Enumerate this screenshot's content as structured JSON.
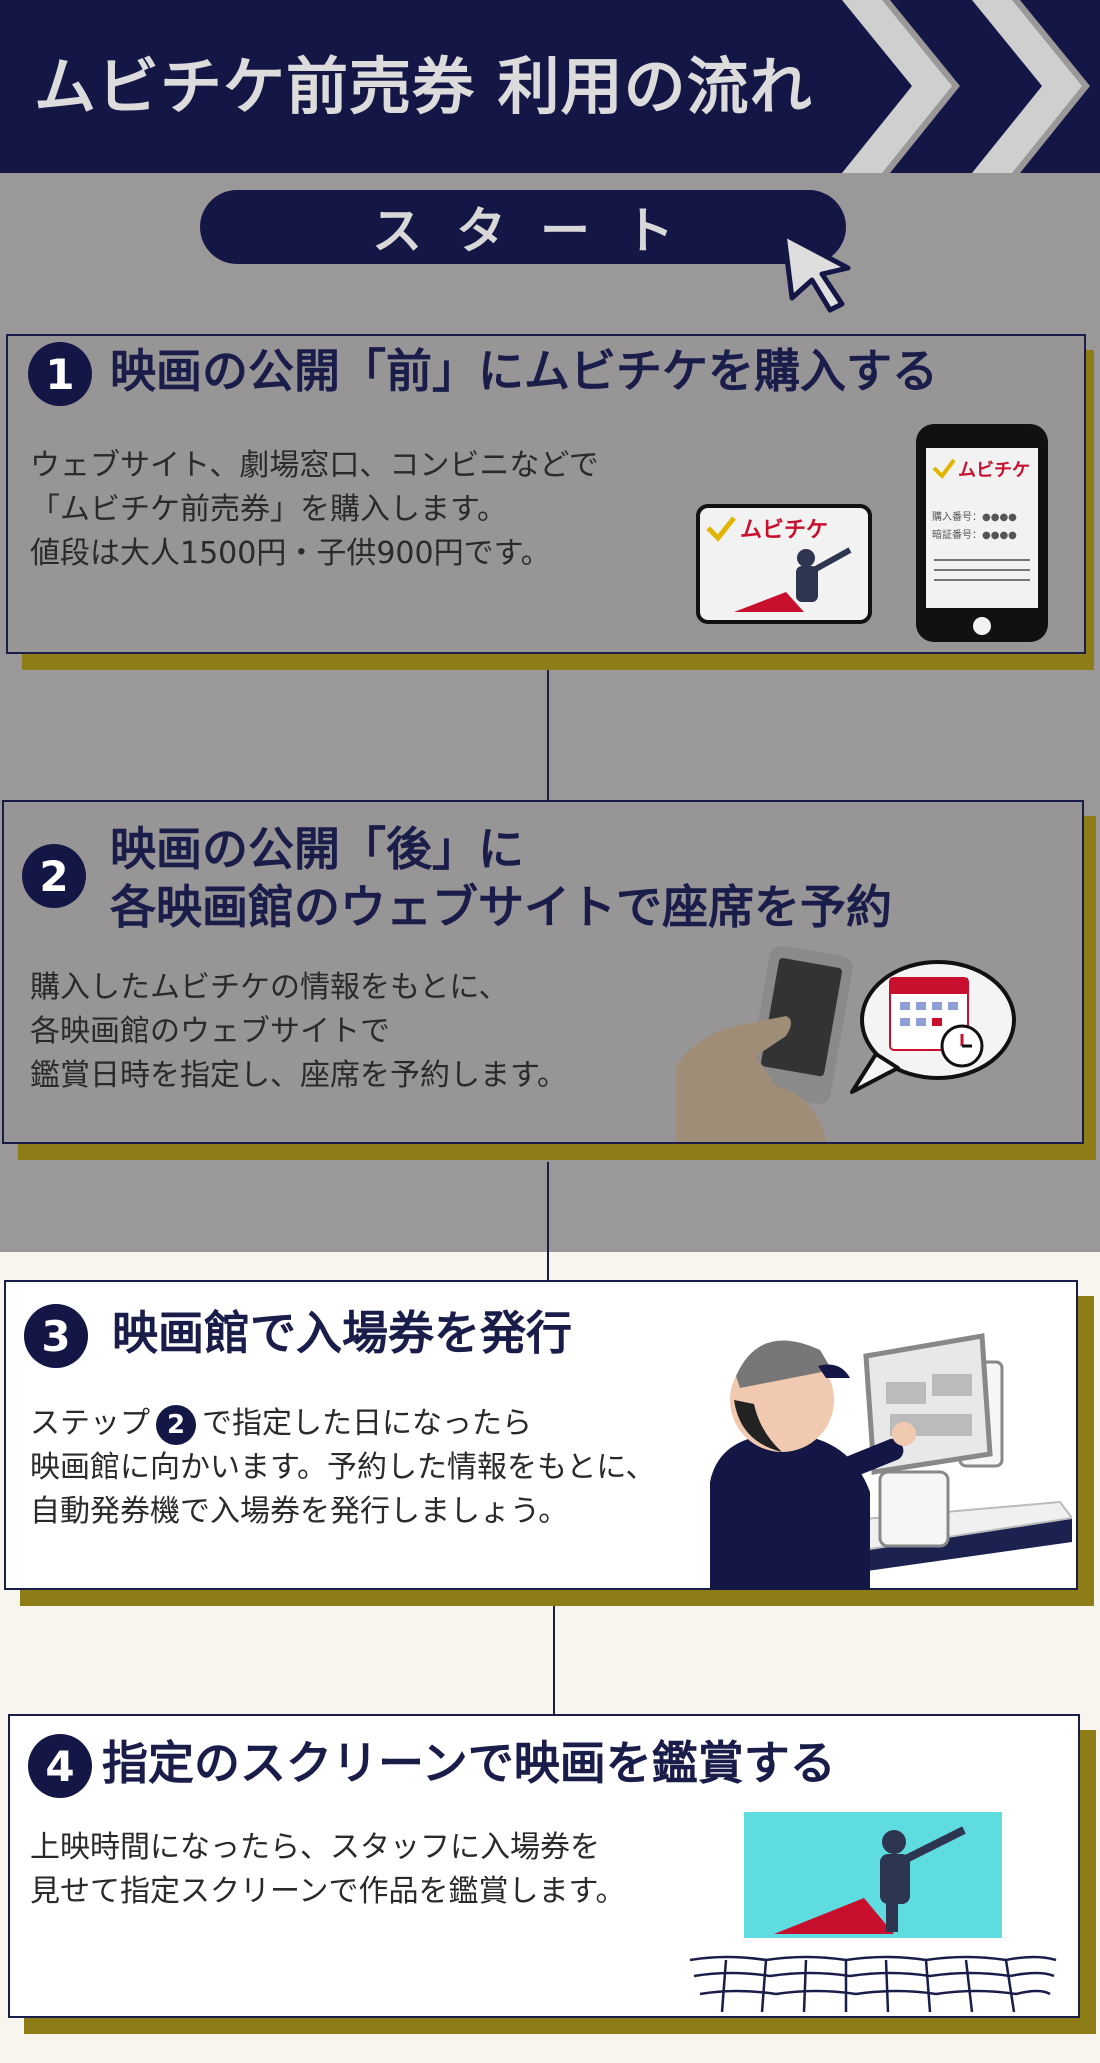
{
  "header": {
    "title": "ムビチケ前売券 利用の流れ"
  },
  "start": {
    "label": "スタート"
  },
  "steps": [
    {
      "number": "1",
      "title_lines": [
        "映画の公開「前」にムビチケを購入する"
      ],
      "body_lines": [
        "ウェブサイト、劇場窓口、コンビニなどで",
        "「ムビチケ前売券」を購入します。",
        "値段は大人1500円・子供900円です。"
      ],
      "card_label": "ムビチケ",
      "phone_label": "ムビチケ",
      "phone_field_1": "購入番号：●●●●",
      "phone_field_2": "暗証番号：●●●●"
    },
    {
      "number": "2",
      "title_lines": [
        "映画の公開「後」に",
        "各映画館のウェブサイトで座席を予約"
      ],
      "body_lines": [
        "購入したムビチケの情報をもとに、",
        "各映画館のウェブサイトで",
        "鑑賞日時を指定し、座席を予約します。"
      ]
    },
    {
      "number": "3",
      "title_lines": [
        "映画館で入場券を発行"
      ],
      "body_prefix": "ステップ",
      "body_badge": "2",
      "body_suffix": "で指定した日になったら",
      "body_lines": [
        "映画館に向かいます。予約した情報をもとに、",
        "自動発券機で入場券を発行しましょう。"
      ]
    },
    {
      "number": "4",
      "title_lines": [
        "指定のスクリーンで映画を鑑賞する"
      ],
      "body_lines": [
        "上映時間になったら、スタッフに入場券を",
        "見せて指定スクリーンで作品を鑑賞します。"
      ]
    }
  ],
  "colors": {
    "navy": "#141646",
    "gold": "#8e7d17",
    "gray": "#9a9898",
    "cream": "#f8f5ee",
    "red": "#c8102e",
    "cyan": "#5fdce0"
  }
}
